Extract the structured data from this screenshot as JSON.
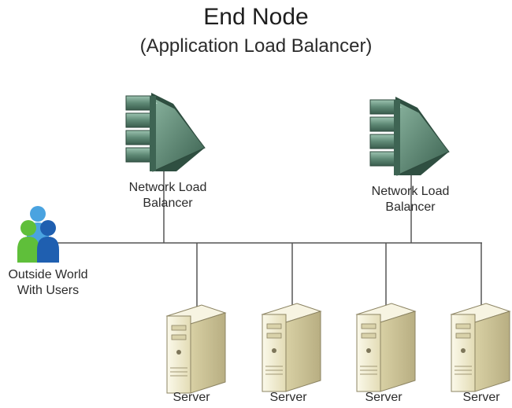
{
  "title": "End Node",
  "subtitle": "(Application Load Balancer)",
  "nodes": {
    "nlb_left": {
      "label_line1": "Network Load",
      "label_line2": "Balancer"
    },
    "nlb_right": {
      "label_line1": "Network Load",
      "label_line2": "Balancer"
    },
    "users": {
      "label_line1": "Outside World",
      "label_line2": "With Users"
    },
    "servers": [
      {
        "label": "Server"
      },
      {
        "label": "Server"
      },
      {
        "label": "Server"
      },
      {
        "label": "Server"
      }
    ]
  },
  "colors": {
    "balancer_body": "#5f8a76",
    "balancer_dark": "#2f4f41",
    "server_body": "#f3efd6",
    "line": "#5a5a5a",
    "user_green": "#5fbf3a",
    "user_blue": "#1f5fb0",
    "user_lightblue": "#4aa3e0"
  }
}
